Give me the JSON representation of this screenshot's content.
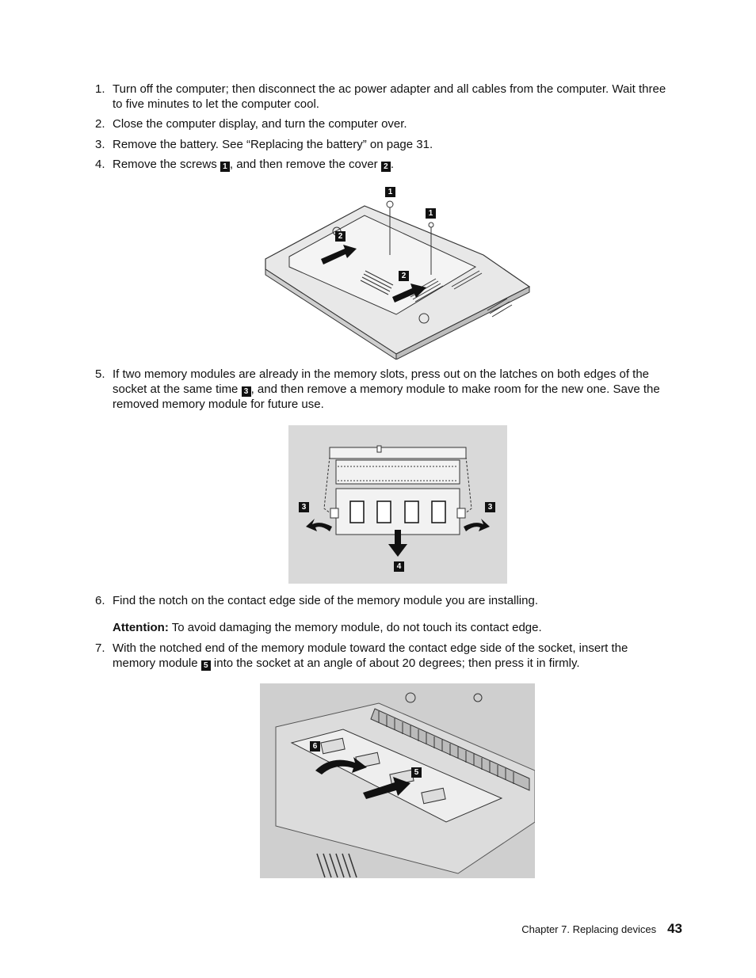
{
  "steps": [
    {
      "num": "1.",
      "text": "Turn off the computer; then disconnect the ac power adapter and all cables from the computer. Wait three to five minutes to let the computer cool."
    },
    {
      "num": "2.",
      "text": "Close the computer display, and turn the computer over."
    },
    {
      "num": "3.",
      "text": "Remove the battery. See “Replacing the battery” on page 31."
    },
    {
      "num": "4.",
      "text_a": "Remove the screws",
      "text_b": ", and then remove the cover",
      "text_c": "."
    },
    {
      "num": "5.",
      "text_a": "If two memory modules are already in the memory slots, press out on the latches on both edges of the socket at the same time",
      "text_b": ", and then remove a memory module to make room for the new one. Save the removed memory module for future use."
    },
    {
      "num": "6.",
      "text": "Find the notch on the contact edge side of the memory module you are installing."
    },
    {
      "num": "7.",
      "text_a": "With the notched end of the memory module toward the contact edge side of the socket, insert the memory module",
      "text_b": "into the socket at an angle of about 20 degrees; then press it in firmly."
    }
  ],
  "attention": {
    "label": "Attention:",
    "text": "To avoid damaging the memory module, do not touch its contact edge."
  },
  "callouts": {
    "c1": "1",
    "c2": "2",
    "c3": "3",
    "c4": "4",
    "c5": "5",
    "c6": "6"
  },
  "footer": {
    "chapter": "Chapter 7.  Replacing devices",
    "page": "43"
  }
}
